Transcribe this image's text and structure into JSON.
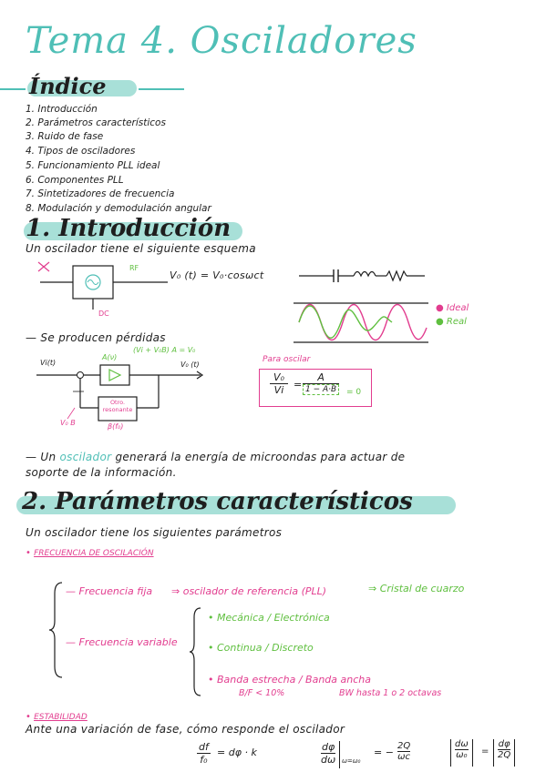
{
  "title": "Tema 4. Osciladores",
  "index": {
    "heading": "Índice",
    "items": [
      "1. Introducción",
      "2. Parámetros característicos",
      "3. Ruido de fase",
      "4. Tipos de osciladores",
      "5. Funcionamiento PLL ideal",
      "6. Componentes PLL",
      "7. Sintetizadores de frecuencia",
      "8. Modulación y demodulación angular"
    ]
  },
  "intro": {
    "heading": "1. Introducción",
    "line1": "Un oscilador tiene el siguiente esquema",
    "rf": "RF",
    "dc": "DC",
    "eq_out": "V₀ (t) = V₀·cosωct",
    "legend_ideal": "Ideal",
    "legend_real": "Real",
    "losses": "Se producen pérdidas",
    "fb_gain": "(Vi + V₀B) A = V₀",
    "a_label": "A(ν)",
    "vi": "Vi(t)",
    "vo": "V₀ (t)",
    "resonator": "Otro. resonante",
    "beta_label": "β(f₀)",
    "vob": "V₀ B",
    "cond_title": "Para oscilar",
    "frac_num": "V₀",
    "frac_den": "Vi",
    "frac_rhs_num": "A",
    "frac_rhs_den": "1 − A·B",
    "eq_zero": "= 0",
    "sentence1": "Un oscilador generará la energía de microondas para actuar de",
    "sentence1_highlight": "oscilador",
    "sentence2": "soporte de la información."
  },
  "params": {
    "heading": "2. Parámetros característicos",
    "line1": "Un oscilador tiene los siguientes parámetros",
    "freq_heading": "FRECUENCIA DE OSCILACIÓN",
    "fixed": "Frecuencia fija",
    "fixed_arrow": "⇒ oscilador de referencia (PLL)",
    "fixed_result": "⇒ Cristal de cuarzo",
    "variable": "Frecuencia variable",
    "var_items": [
      "Mecánica / Electrónica",
      "Continua / Discreto",
      "Banda estrecha / Banda ancha"
    ],
    "bf": "B/F < 10%",
    "bw": "BW hasta 1 o 2 octavas",
    "stab_heading": "ESTABILIDAD",
    "stab_line": "Ante una variación de fase, cómo responde el oscilador",
    "f1_num": "df",
    "f1_den": "f₀",
    "f1_rhs": "= dφ · k",
    "f2_num": "dφ",
    "f2_den": "dω",
    "f2_sub": "ω=ω₀",
    "f2_eq": "= −",
    "f2_rnum": "2Q",
    "f2_rden": "ωc",
    "f3_num": "dω",
    "f3_den": "ω₀",
    "f3_rnum": "dφ",
    "f3_rden": "2Q",
    "f3_eq": "="
  },
  "colors": {
    "teal": "#4fbfb6",
    "pink": "#e23d8f",
    "green": "#5fbf3f",
    "highlight": "#a8e0d8"
  }
}
